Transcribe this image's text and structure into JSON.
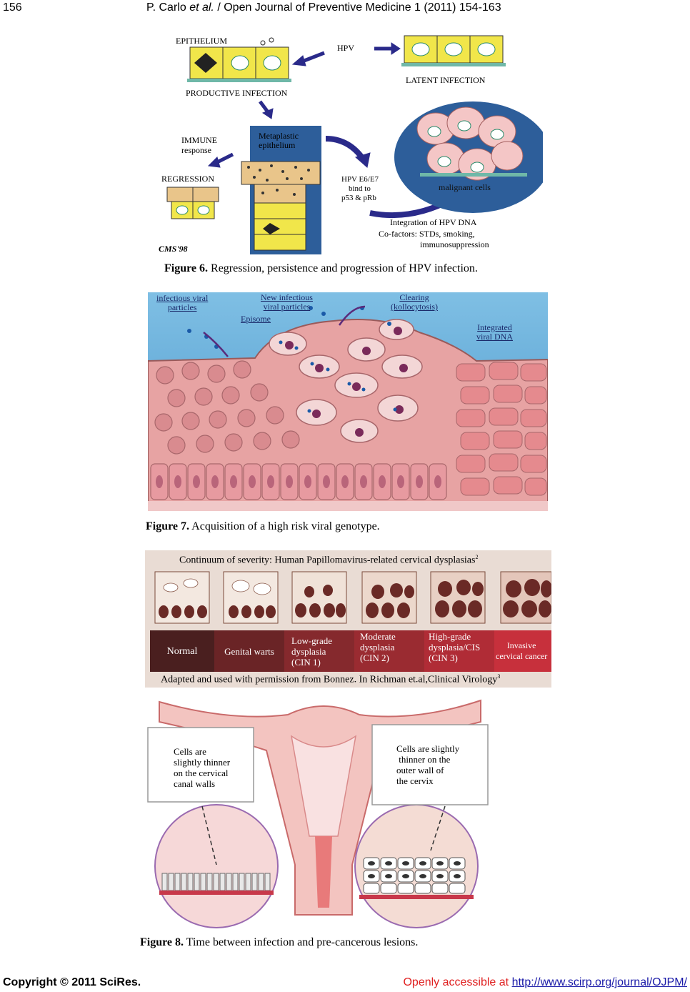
{
  "header": {
    "page_number": "156",
    "authors": "P. Carlo",
    "etal": "et al.",
    "journal": "/ Open Journal of Preventive Medicine 1 (2011) 154-163"
  },
  "figure6": {
    "label": "Figure 6.",
    "caption": "Regression, persistence and progression of HPV infection.",
    "labels": {
      "epithelium": "EPITHELIUM",
      "hpv": "HPV",
      "latent": "LATENT INFECTION",
      "productive": "PRODUCTIVE INFECTION",
      "metaplastic_1": "Metaplastic",
      "metaplastic_2": "epithelium",
      "immune_1": "IMMUNE",
      "immune_2": "response",
      "regression": "REGRESSION",
      "e6e7_1": "HPV E6/E7",
      "e6e7_2": "bind to",
      "e6e7_3": "p53 & pRb",
      "malignant": "malignant cells",
      "integration": "Integration of HPV DNA",
      "cofactors_1": "Co-factors: STDs, smoking,",
      "cofactors_2": "immunosuppression",
      "signature": "CMS'98"
    }
  },
  "figure7": {
    "label": "Figure 7.",
    "caption": "Acquisition of a high risk viral genotype.",
    "labels": {
      "infectious_1": "infectious viral",
      "infectious_2": "particles",
      "new_1": "New infectious",
      "new_2": "viral particles",
      "episome": "Episome",
      "clearing_1": "Clearing",
      "clearing_2": "(kollocytosis)",
      "integrated_1": "Integrated",
      "integrated_2": "viral DNA"
    }
  },
  "figure8": {
    "label": "Figure 8.",
    "caption": "Time between infection and pre-cancerous lesions.",
    "continuum_title": "Continuum of severity: Human Papillomavirus-related cervical dysplasias",
    "continuum_sup": "2",
    "stages": [
      {
        "l1": "Normal",
        "l2": "",
        "l3": "",
        "color": "#4a1f1f"
      },
      {
        "l1": "Genital warts",
        "l2": "",
        "l3": "",
        "color": "#6a2426"
      },
      {
        "l1": "Low-grade",
        "l2": "dysplasia",
        "l3": "(CIN 1)",
        "color": "#85292d"
      },
      {
        "l1": "Moderate",
        "l2": "dysplasia",
        "l3": "(CIN 2)",
        "color": "#9a2b31"
      },
      {
        "l1": "High-grade",
        "l2": "dysplasia/CIS",
        "l3": "(CIN 3)",
        "color": "#b02c36"
      },
      {
        "l1": "Invasive",
        "l2": "cervical cancer",
        "l3": "",
        "color": "#c7303c"
      }
    ],
    "adapted": "Adapted and used with permission from Bonnez. In Richman et.al,Clinical Virology",
    "adapted_sup": "3",
    "box_left": [
      "Cells are",
      "slightly thinner",
      "on the cervical",
      "canal walls"
    ],
    "box_right": [
      "Cells are slightly",
      " thinner on the",
      "outer wall of",
      "the cervix"
    ]
  },
  "footer": {
    "copyright": "Copyright © 2011 SciRes.",
    "openly": "Openly accessible at",
    "url": "http://www.scirp.org/journal/OJPM/"
  },
  "colors": {
    "fig6_bg": "#2d5e9a",
    "cell_yellow": "#f1e64a",
    "fig7_sky": "#5aa7d6",
    "cell_pink": "#e7a3a3",
    "footer_red": "#e02020",
    "link_blue": "#1a1aa8"
  }
}
